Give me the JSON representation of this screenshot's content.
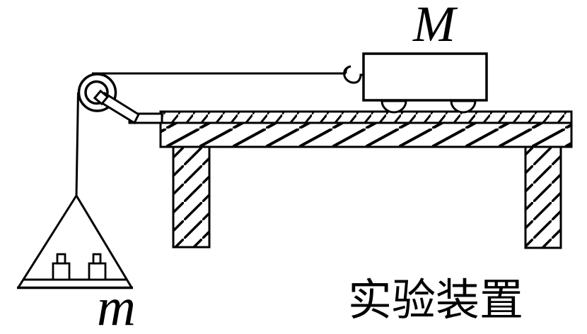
{
  "figure": {
    "caption": "实验装置",
    "cart_mass_label": "M",
    "hanging_mass_label": "m"
  },
  "icons": {
    "pulley": "pulley-icon",
    "cart": "cart-icon",
    "weight_hanger": "weight-hanger-icon"
  },
  "colors": {
    "ink": "#000000",
    "background": "#ffffff"
  }
}
